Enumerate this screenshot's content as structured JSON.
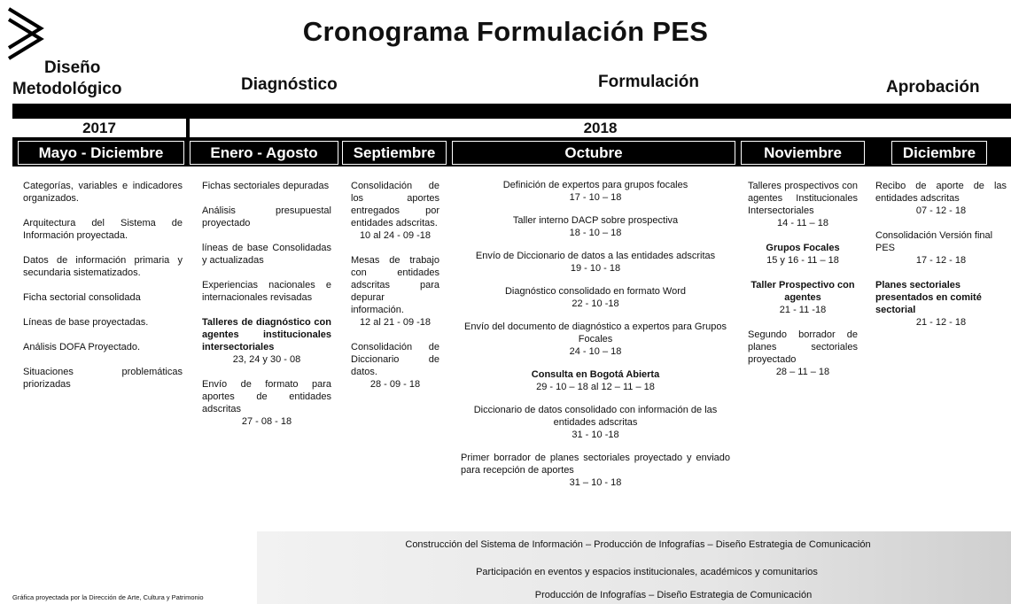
{
  "title": "Cronograma Formulación PES",
  "phases": {
    "p1_line1": "Diseño",
    "p1_line2": "Metodológico",
    "p2": "Diagnóstico",
    "p3": "Formulación",
    "p4": "Aprobación"
  },
  "years": {
    "y1": "2017",
    "y2": "2018"
  },
  "months": [
    "Mayo - Diciembre",
    "Enero - Agosto",
    "Septiembre",
    "Octubre",
    "Noviembre",
    "Diciembre"
  ],
  "col1": [
    "Categorías, variables e indicadores organizados.",
    "Arquitectura del Sistema de Información proyectada.",
    "Datos de información primaria y secundaria sistematizados.",
    "Ficha sectorial consolidada",
    "Líneas de base proyectadas.",
    "Análisis DOFA Proyectado.",
    "Situaciones problemáticas priorizadas"
  ],
  "col2": {
    "i1": "Fichas sectoriales depuradas",
    "i2": "Análisis presupuestal proyectado",
    "i3": "líneas de base Consolidadas y actualizadas",
    "i4": "Experiencias nacionales e internacionales revisadas",
    "i5_text": "Talleres de diagnóstico con agentes institucionales intersectoriales",
    "i5_date": "23, 24 y 30 - 08",
    "i6_text": "Envío de formato para aportes de entidades adscritas",
    "i6_date": "27 - 08 - 18"
  },
  "col3": {
    "i1_text": "Consolidación de los aportes entregados por entidades adscritas.",
    "i1_date": "10 al 24 - 09 -18",
    "i2_text": "Mesas de trabajo con entidades adscritas para depurar información.",
    "i2_date": "12 al 21 - 09 -18",
    "i3_text": "Consolidación de Diccionario de datos.",
    "i3_date": "28 - 09 - 18"
  },
  "col4": {
    "i1_text": "Definición de expertos para grupos focales",
    "i1_date": "17 - 10 – 18",
    "i2_text": "Taller interno DACP sobre prospectiva",
    "i2_date": "18 - 10 – 18",
    "i3_text": "Envío de Diccionario de datos a las entidades adscritas",
    "i3_date": "19 - 10 - 18",
    "i4_text": "Diagnóstico consolidado en formato Word",
    "i4_date": "22 - 10 -18",
    "i5_text": "Envío del documento de diagnóstico a expertos para Grupos Focales",
    "i5_date": "24 - 10 – 18",
    "i6_text": "Consulta en Bogotá Abierta",
    "i6_date": "29 - 10 – 18 al 12 – 11 – 18",
    "i7_text": "Diccionario de datos consolidado con información de las entidades adscritas",
    "i7_date": "31 - 10 -18",
    "i8_text": "Primer borrador de planes sectoriales proyectado y enviado para recepción de aportes",
    "i8_date": "31 – 10 - 18"
  },
  "col5": {
    "i1_text": "Talleres prospectivos con agentes Institucionales Intersectoriales",
    "i1_date": "14 - 11 – 18",
    "i2_text": "Grupos Focales",
    "i2_date": "15 y 16 - 11 – 18",
    "i3_text": "Taller Prospectivo con agentes",
    "i3_date": "21 - 11 -18",
    "i4_text": "Segundo borrador de planes sectoriales proyectado",
    "i4_date": "28 – 11 – 18"
  },
  "col6": {
    "i1_text": "Recibo de aporte de las entidades adscritas",
    "i1_date": "07 - 12 - 18",
    "i2_text": "Consolidación Versión final PES",
    "i2_date": "17 - 12 - 18",
    "i3_text": "Planes sectoriales presentados en comité sectorial",
    "i3_date": "21 - 12 - 18"
  },
  "banners": [
    "Construcción del Sistema de Información – Producción de Infografías – Diseño Estrategia de Comunicación",
    "Participación en eventos y espacios institucionales, académicos y comunitarios",
    "Producción de Infografías – Diseño Estrategia de Comunicación"
  ],
  "credit": "Gráfica proyectada por la Dirección de Arte, Cultura y Patrimonio"
}
